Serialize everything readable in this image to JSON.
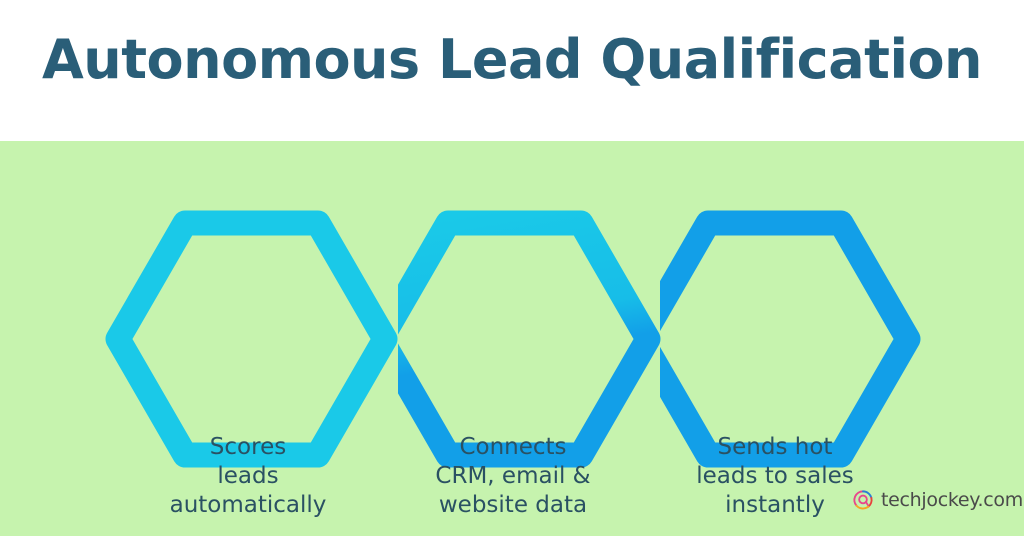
{
  "header": {
    "title": "Autonomous Lead Qualification",
    "background_color": "#FFFFFF",
    "title_color": "#2A5E78"
  },
  "body": {
    "background_color": "#C6F3AE"
  },
  "flow": {
    "type": "hexagon-chain",
    "count": 3,
    "steps": [
      {
        "index": 1,
        "text": "Scores\nleads\nautomatically",
        "lines": [
          "Scores",
          "leads",
          "automatically"
        ],
        "stroke_color": "#1AC9E8",
        "stroke_color_top": "#1AC9E8",
        "stroke_color_bottom": "#1AC9E8",
        "text_color": "#2A5163"
      },
      {
        "index": 2,
        "text": "Connects\nCRM, email &\nwebsite data",
        "lines": [
          "Connects",
          "CRM, email &",
          "website data"
        ],
        "stroke_color": "#15B4E8",
        "stroke_color_top": "#1AC9E8",
        "stroke_color_bottom": "#129FE8",
        "text_color": "#2A5163"
      },
      {
        "index": 3,
        "text": "Sends hot\nleads to sales\ninstantly",
        "lines": [
          "Sends hot",
          "leads to sales",
          "instantly"
        ],
        "stroke_color": "#129FE8",
        "stroke_color_top": "#129FE8",
        "stroke_color_bottom": "#129FE8",
        "text_color": "#2A5163"
      }
    ]
  },
  "brand": {
    "name": "techjockey.com",
    "icon": "techjockey-at-swirl-icon",
    "text_color": "#4A4A4A",
    "icon_colors": [
      "#E8468C",
      "#2B7FD4",
      "#F5A623",
      "#E8413C"
    ]
  }
}
